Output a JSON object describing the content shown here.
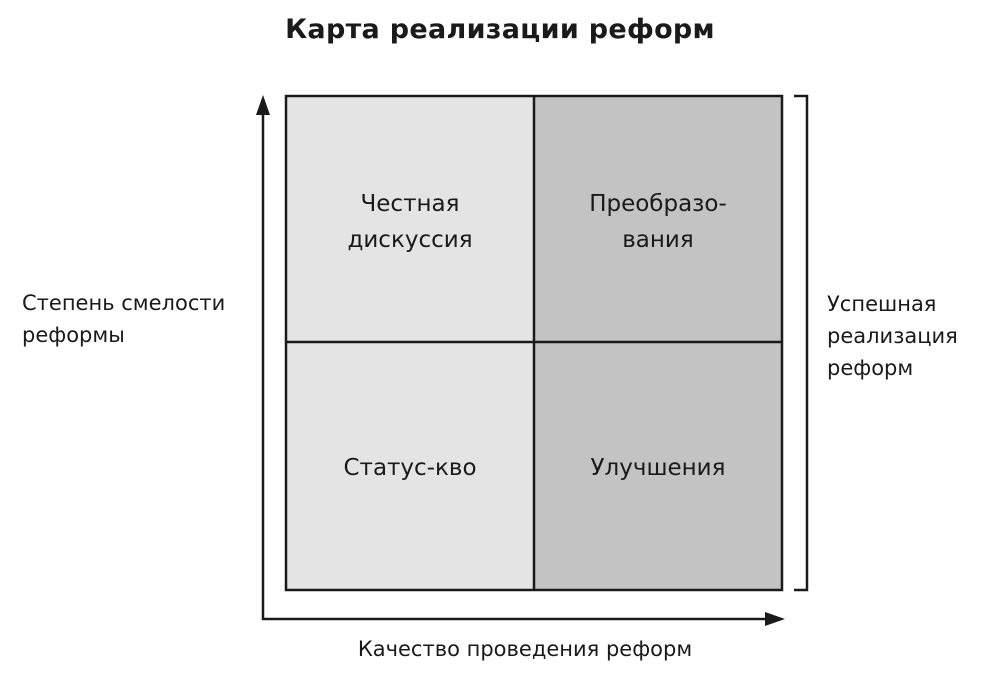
{
  "title": "Карта реализации реформ",
  "y_axis_label": [
    "Степень смелости",
    "реформы"
  ],
  "x_axis_label": "Качество проведения реформ",
  "bracket_label": [
    "Успешная",
    "реализация",
    "реформ"
  ],
  "quadrants": {
    "top_left": [
      "Честная",
      "дискуссия"
    ],
    "top_right": [
      "Преобразо-",
      "вания"
    ],
    "bottom_left": [
      "Статус-кво"
    ],
    "bottom_right": [
      "Улучшения"
    ]
  },
  "colors": {
    "left_fill": "#e4e4e4",
    "right_fill": "#c3c3c3",
    "line": "#1a1a1a"
  }
}
